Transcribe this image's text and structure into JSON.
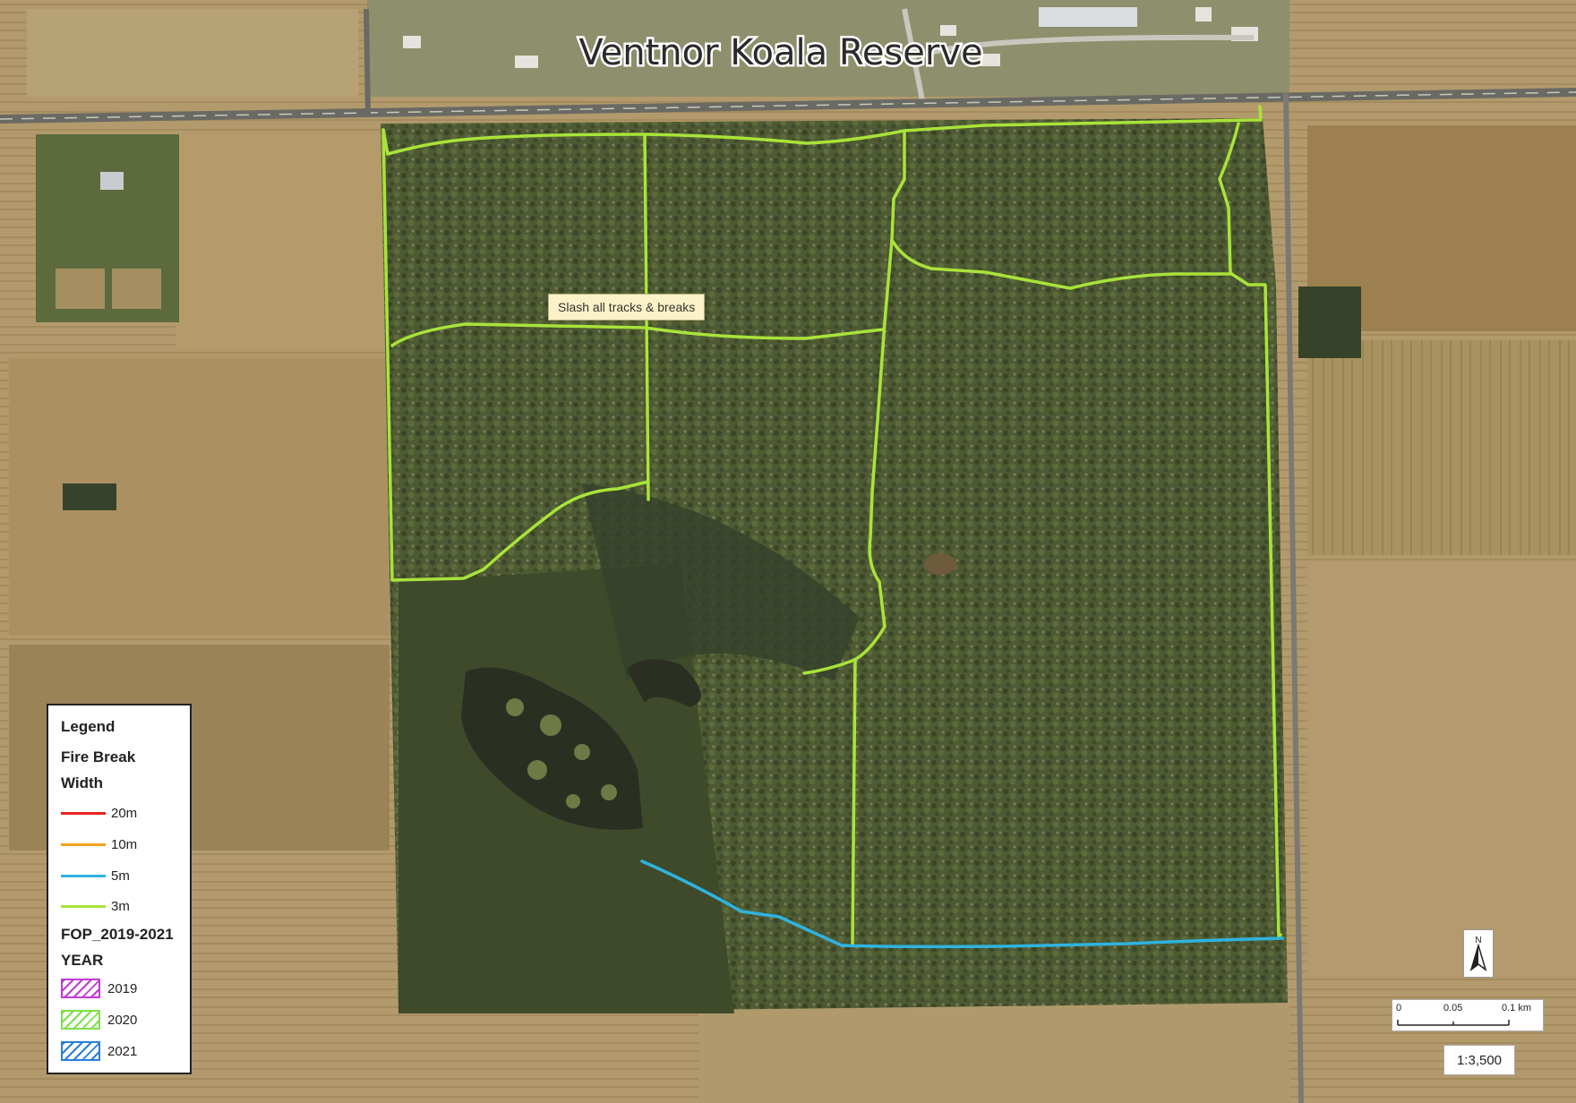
{
  "map": {
    "title": "Ventnor Koala Reserve",
    "note_label": "Slash all tracks & breaks",
    "scale_ratio": "1:3,500",
    "north_label": "N",
    "scalebar": {
      "ticks": [
        "0",
        "0.05",
        "0.1 km"
      ]
    }
  },
  "legend": {
    "title": "Legend",
    "group1_title": "Fire Break",
    "group1_subtitle": "Width",
    "widths": [
      {
        "label": "20m",
        "color": "#e8231d"
      },
      {
        "label": "10m",
        "color": "#f2a01c"
      },
      {
        "label": "5m",
        "color": "#2fb3df"
      },
      {
        "label": "3m",
        "color": "#a9e33a"
      }
    ],
    "group2_title": "FOP_2019-2021",
    "group2_subtitle": "YEAR",
    "years": [
      {
        "label": "2019",
        "color": "#c23bd6"
      },
      {
        "label": "2020",
        "color": "#7fe04a"
      },
      {
        "label": "2021",
        "color": "#2a7fd8"
      }
    ]
  },
  "colors": {
    "firebreak_3m": "#a9e33a",
    "firebreak_5m": "#2fb3df",
    "reserve_vegetation": "#4a5630",
    "paddock": "#b49a6e",
    "road": "#6a6a64",
    "water": "#2c3021"
  }
}
